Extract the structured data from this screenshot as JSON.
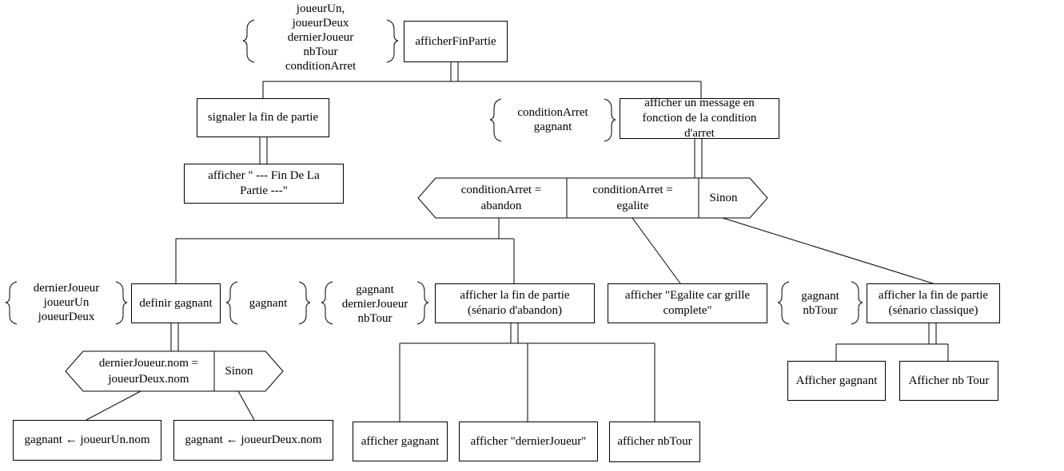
{
  "root": {
    "label": "afficherFinPartie",
    "params": "joueurUn,\njoueurDeux\ndernierJoueur\nnbTour\nconditionArret"
  },
  "signal": {
    "label": "signaler la fin de partie",
    "child": "afficher \" --- Fin De La\nPartie ---\""
  },
  "message": {
    "label": "afficher un message en\nfonction de la condition\nd'arret",
    "params": "conditionArret\ngagnant"
  },
  "switch_main": {
    "cond1": "conditionArret =\nabandon",
    "cond2": "conditionArret =\negalite",
    "cond3": "Sinon"
  },
  "definir": {
    "label": "definir gagnant",
    "params_in": "dernierJoueur\njoueurUn\njoueurDeux",
    "params_out": "gagnant"
  },
  "switch_gagnant": {
    "cond1": "dernierJoueur.nom =\njoueurDeux.nom",
    "cond2": "Sinon",
    "leaf1": "gagnant ← joueurUn.nom",
    "leaf2": "gagnant ← joueurDeux.nom"
  },
  "abandon": {
    "label": "afficher la fin de partie\n(sénario d'abandon)",
    "params": "gagnant\ndernierJoueur\nnbTour",
    "leaf1": "afficher gagnant",
    "leaf2": "afficher \"dernierJoueur\"",
    "leaf3": "afficher nbTour"
  },
  "egalite": {
    "label": "afficher \"Egalite car grille\ncomplete\""
  },
  "classique": {
    "label": "afficher la fin de partie\n(sénario classique)",
    "params": "gagnant\nnbTour",
    "leaf1": "Afficher gagnant",
    "leaf2": "Afficher nb Tour"
  }
}
